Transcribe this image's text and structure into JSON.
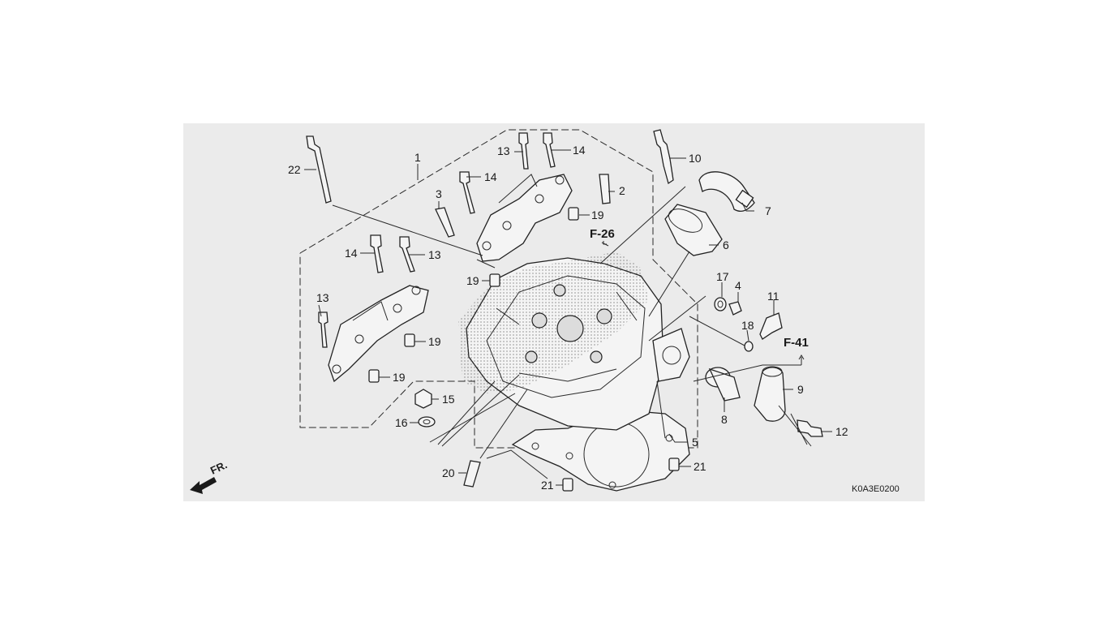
{
  "callouts": [
    {
      "id": "c1",
      "text": "1"
    },
    {
      "id": "c2",
      "text": "2"
    },
    {
      "id": "c3",
      "text": "3"
    },
    {
      "id": "c4",
      "text": "4"
    },
    {
      "id": "c5",
      "text": "5"
    },
    {
      "id": "c6",
      "text": "6"
    },
    {
      "id": "c7",
      "text": "7"
    },
    {
      "id": "c8",
      "text": "8"
    },
    {
      "id": "c9",
      "text": "9"
    },
    {
      "id": "c10",
      "text": "10"
    },
    {
      "id": "c11",
      "text": "11"
    },
    {
      "id": "c12",
      "text": "12"
    },
    {
      "id": "c13a",
      "text": "13"
    },
    {
      "id": "c13b",
      "text": "13"
    },
    {
      "id": "c13c",
      "text": "13"
    },
    {
      "id": "c14a",
      "text": "14"
    },
    {
      "id": "c14b",
      "text": "14"
    },
    {
      "id": "c14c",
      "text": "14"
    },
    {
      "id": "c15",
      "text": "15"
    },
    {
      "id": "c16",
      "text": "16"
    },
    {
      "id": "c17",
      "text": "17"
    },
    {
      "id": "c18",
      "text": "18"
    },
    {
      "id": "c19a",
      "text": "19"
    },
    {
      "id": "c19b",
      "text": "19"
    },
    {
      "id": "c19c",
      "text": "19"
    },
    {
      "id": "c19d",
      "text": "19"
    },
    {
      "id": "c20",
      "text": "20"
    },
    {
      "id": "c21a",
      "text": "21"
    },
    {
      "id": "c21b",
      "text": "21"
    },
    {
      "id": "c22",
      "text": "22"
    }
  ],
  "section_refs": [
    "F-26",
    "F-41"
  ],
  "front_indicator": "FR.",
  "diagram_code": "K0A3E0200"
}
